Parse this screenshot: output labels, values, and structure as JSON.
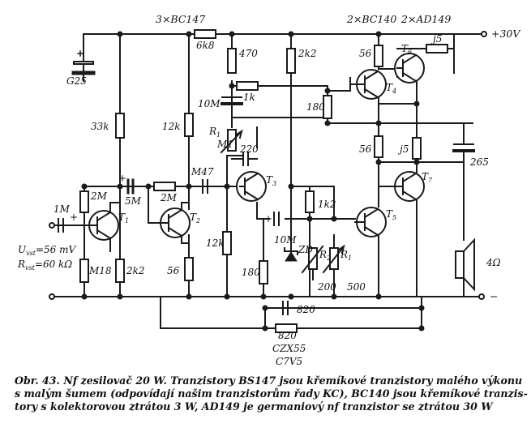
{
  "header": {
    "t123_type": "3×BC147",
    "t45_type": "2×BC140",
    "t67_type": "2×AD149",
    "supply": "+30V",
    "ground": "−"
  },
  "resistors": {
    "r6k8": "6k8",
    "r470": "470",
    "r2k2_top": "2k2",
    "r56_top": "56",
    "rj5_top": "j5",
    "r1k": "1k",
    "r180_mid": "180",
    "r33k": "33k",
    "r12k_top": "12k",
    "rM1": "M1",
    "r56_mid": "56",
    "rj5_mid": "j5",
    "r2M_base": "2M",
    "r2M_fb": "2M",
    "r1k2": "1k2",
    "r12k_bot": "12k",
    "r180_bot": "180",
    "rM18": "M18",
    "r2k2_bot": "2k2",
    "r56_bot": "56",
    "r200": "200",
    "r500": "500",
    "r820": "820"
  },
  "capacitors": {
    "cG25": "G25",
    "c10M_top": "10M",
    "c220": "220",
    "c265": "265",
    "c1M": "1M",
    "c5M": "5M",
    "cM47": "M47",
    "c10M_bot": "10M",
    "c820": "820"
  },
  "designators": {
    "T1": "T",
    "T2": "T",
    "T3": "T",
    "T4": "T",
    "T5": "T",
    "T6": "T",
    "T7": "T",
    "T1n": "1",
    "T2n": "2",
    "T3n": "3",
    "T4n": "4",
    "T5n": "5",
    "T6n": "6",
    "T7n": "7",
    "R1": "R",
    "R1n": "1",
    "R2": "R",
    "R2n": "2",
    "R3": "R",
    "R3n": "1",
    "ZD": "ZD",
    "plus": "+"
  },
  "input": {
    "uvst": "U",
    "uvst_sub": "vst",
    "uvst_val": "=56 mV",
    "rvst": "R",
    "rvst_sub": "vst",
    "rvst_val": "=60 kΩ"
  },
  "zener": {
    "line1": "CZX55",
    "line2": "C7V5"
  },
  "speaker": {
    "impedance": "4Ω"
  },
  "caption": {
    "line1": "Obr. 43. Nf zesilovač 20 W. Tranzistory BS147 jsou křemíkové tranzistory malého výkonu",
    "line2": "s malým šumem (odpovídají našim tranzistorům řady KC), BC140 jsou křemíkové tranzis-",
    "line3": "tory s kolektorovou ztrátou 3 W, AD149 je germaniový nf tranzistor se ztrátou 30 W"
  }
}
